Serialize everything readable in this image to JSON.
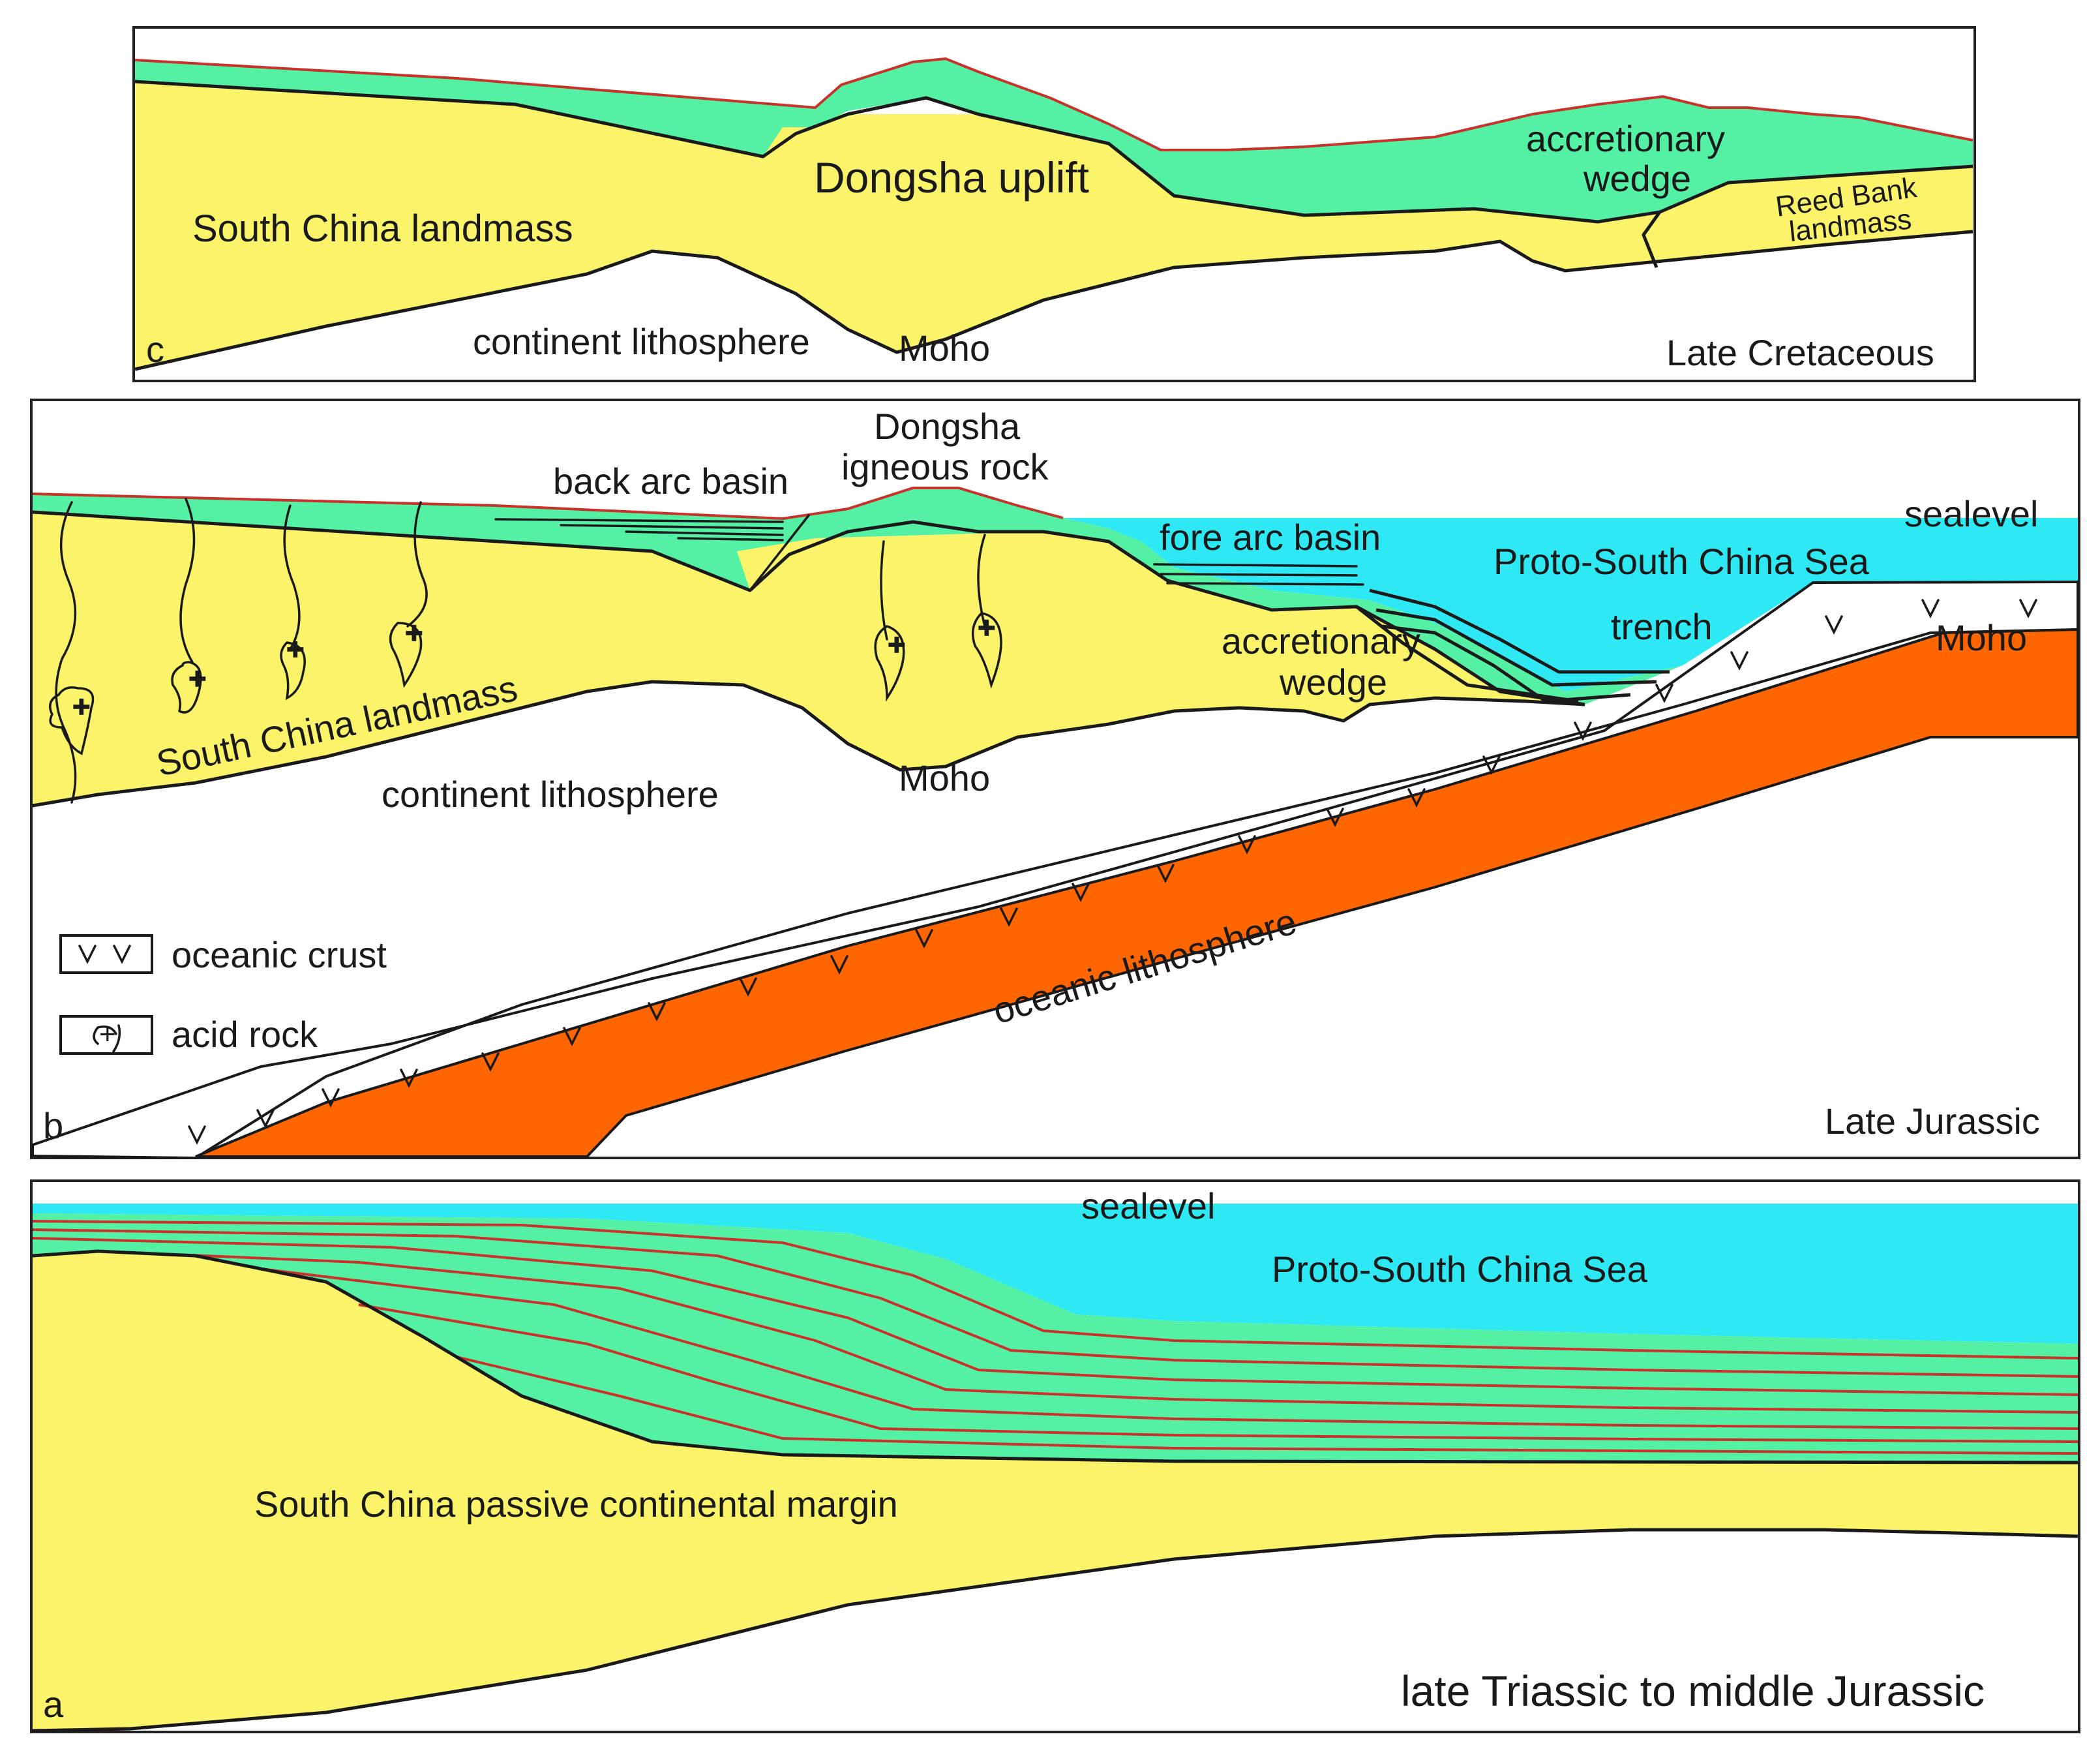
{
  "panels": {
    "c": {
      "letter": "c",
      "period": "Late Cretaceous",
      "labels": {
        "dongsha_uplift": "Dongsha uplift",
        "south_china_landmass": "South China landmass",
        "accretionary_wedge_1": "accretionary",
        "accretionary_wedge_2": "wedge",
        "reed_bank_1": "Reed Bank",
        "reed_bank_2": "landmass",
        "continent_lithosphere": "continent lithosphere",
        "moho": "Moho"
      }
    },
    "b": {
      "letter": "b",
      "period": "Late Jurassic",
      "labels": {
        "dongsha_igneous_1": "Dongsha",
        "dongsha_igneous_2": "igneous rock",
        "back_arc_basin": "back arc basin",
        "sealevel": "sealevel",
        "fore_arc_basin": "fore arc basin",
        "proto_sea": "Proto-South China Sea",
        "trench": "trench",
        "accretionary_wedge_1": "accretionary",
        "accretionary_wedge_2": "wedge",
        "moho_right": "Moho",
        "south_china_landmass": "South China landmass",
        "continent_lithosphere": "continent lithosphere",
        "moho": "Moho",
        "oceanic_lithosphere": "oceanic lithosphere"
      },
      "legend": [
        {
          "symbol": "v-symbol-icon",
          "label": "oceanic crust"
        },
        {
          "symbol": "acid-rock-icon",
          "label": "acid rock"
        }
      ]
    },
    "a": {
      "letter": "a",
      "period": "late Triassic to middle Jurassic",
      "labels": {
        "sealevel": "sealevel",
        "proto_sea": "Proto-South China Sea",
        "passive_margin": "South China passive continental margin"
      }
    }
  },
  "colors": {
    "continent_yellow": "#fbf46b",
    "sediment_green": "#54f0a4",
    "sea_cyan": "#2ee8f4",
    "oceanic_orange": "#ff6600",
    "red_line": "#c8322a"
  }
}
